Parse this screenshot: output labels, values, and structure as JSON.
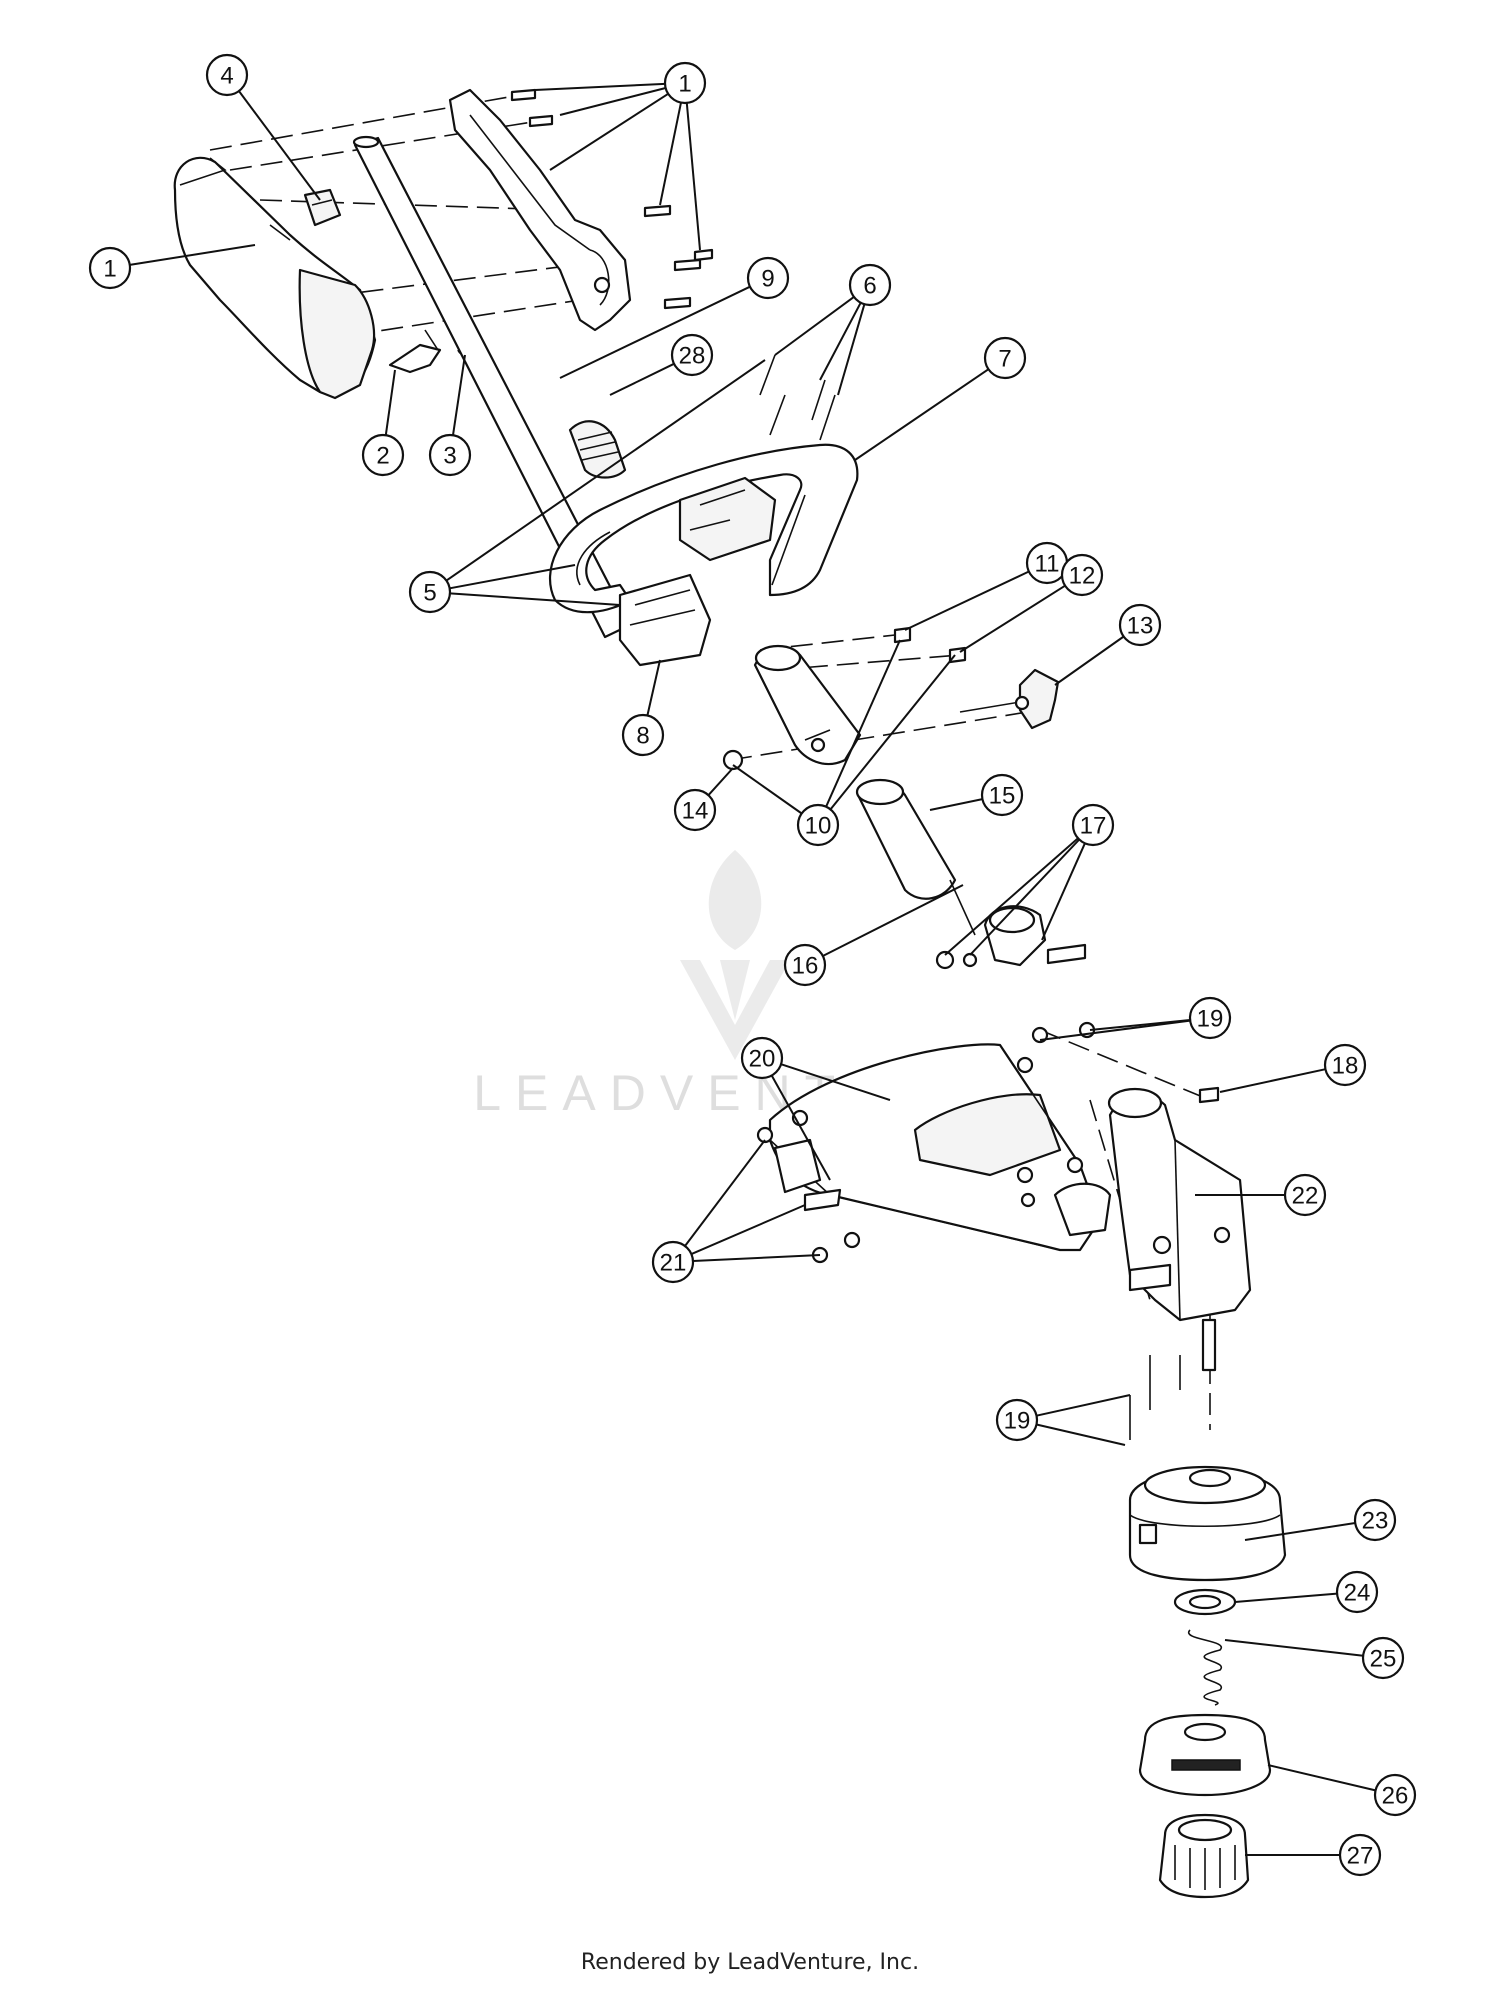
{
  "footer_text": "Rendered by LeadVenture, Inc.",
  "watermark_text": "LEADVENTURE",
  "callouts": [
    {
      "label": "1"
    },
    {
      "label": "1"
    },
    {
      "label": "2"
    },
    {
      "label": "3"
    },
    {
      "label": "4"
    },
    {
      "label": "5"
    },
    {
      "label": "6"
    },
    {
      "label": "7"
    },
    {
      "label": "8"
    },
    {
      "label": "9"
    },
    {
      "label": "10"
    },
    {
      "label": "11"
    },
    {
      "label": "12"
    },
    {
      "label": "13"
    },
    {
      "label": "14"
    },
    {
      "label": "15"
    },
    {
      "label": "16"
    },
    {
      "label": "17"
    },
    {
      "label": "18"
    },
    {
      "label": "19"
    },
    {
      "label": "19"
    },
    {
      "label": "20"
    },
    {
      "label": "21"
    },
    {
      "label": "22"
    },
    {
      "label": "23"
    },
    {
      "label": "24"
    },
    {
      "label": "25"
    },
    {
      "label": "26"
    },
    {
      "label": "27"
    },
    {
      "label": "28"
    }
  ]
}
